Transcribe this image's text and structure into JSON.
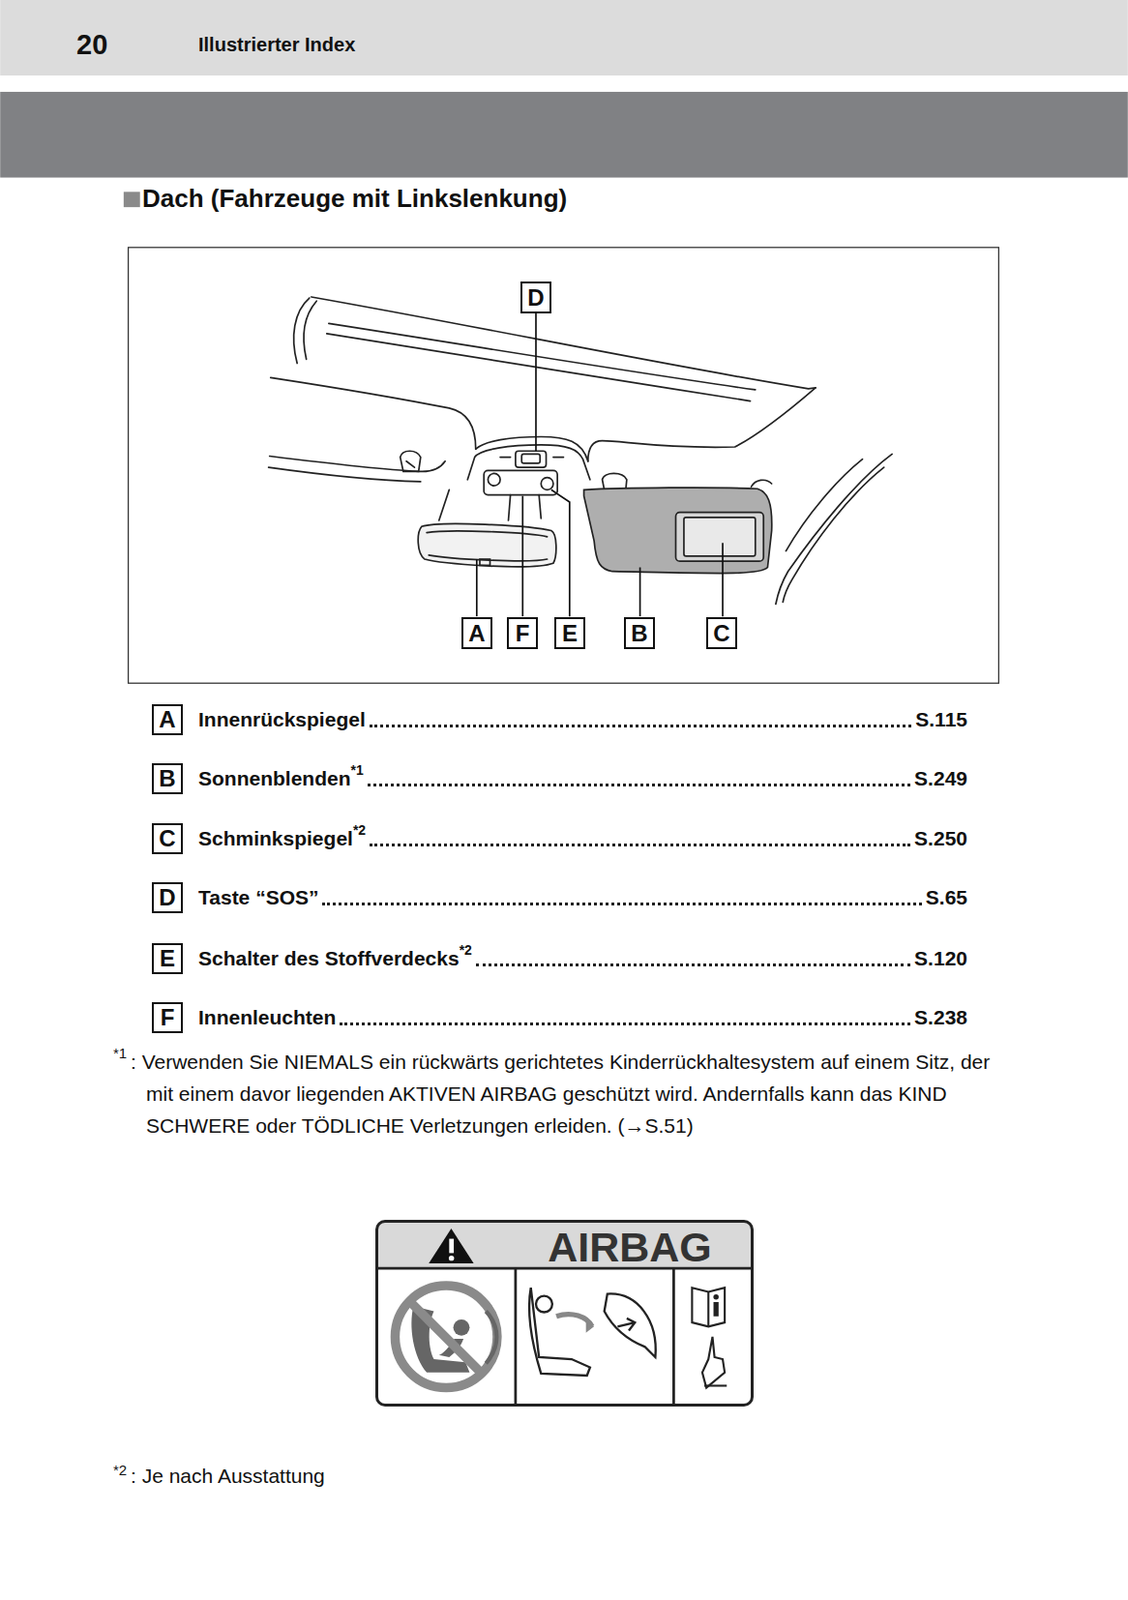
{
  "diagram": {
    "title": "Dach (Fahrzeuge mit Linkslenkung)",
    "nodes": [
      {
        "text": [
          "D"
        ]
      },
      {
        "text": [
          "A"
        ]
      },
      {
        "text": [
          "F"
        ]
      },
      {
        "text": [
          "E"
        ]
      },
      {
        "text": [
          "B"
        ]
      },
      {
        "text": [
          "C"
        ]
      },
      {
        "text": [
          "A"
        ]
      },
      {
        "text": [
          "B"
        ]
      },
      {
        "text": [
          "C"
        ]
      },
      {
        "text": [
          "D"
        ]
      },
      {
        "text": [
          "E"
        ]
      },
      {
        "text": [
          "F"
        ]
      },
      {
        "text": [
          "AIRBAG"
        ]
      }
    ],
    "labels": [
      "20",
      "Illustrierter Index",
      "Innenrückspiegel",
      "S.115",
      "Sonnenblenden",
      "*1",
      "S.249",
      "Schminkspiegel",
      "*2",
      "S.250",
      "Taste “SOS”",
      "S.65",
      "Schalter des Stoffverdecks",
      "*2",
      "S.120",
      "Innenleuchten",
      "S.238",
      "*1",
      ": Verwenden Sie NIEMALS ein rückwärts gerichtetes Kinderrückhaltesystem auf einem Sitz, der mit einem davor liegenden AKTIVEN AIRBAG geschützt wird. Andernfalls kann das KIND SCHWERE oder TÖDLICHE Verletzungen erleiden. (→S.51)",
      "*2",
      ": Je nach Ausstattung"
    ]
  }
}
